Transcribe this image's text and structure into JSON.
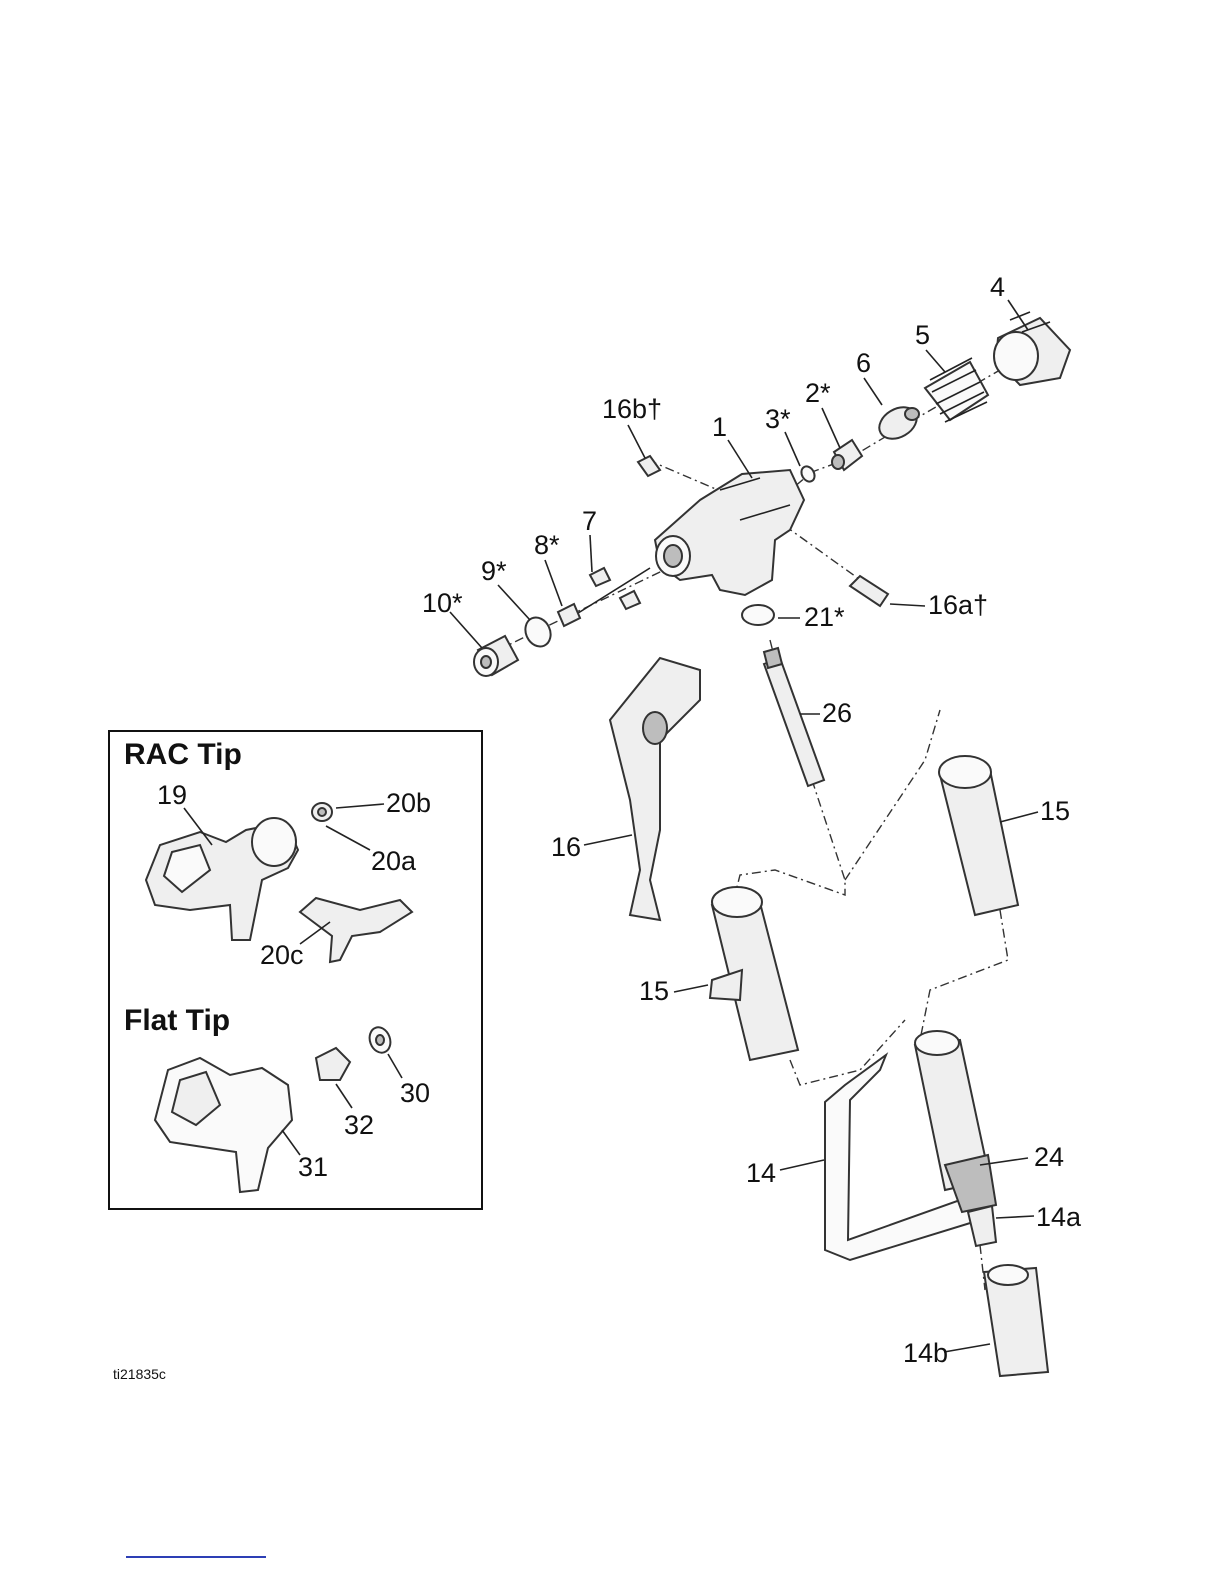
{
  "callouts": {
    "c4": "4",
    "c5": "5",
    "c6": "6",
    "c2": "2*",
    "c3": "3*",
    "c16b": "16b†",
    "c1": "1",
    "c7": "7",
    "c8": "8*",
    "c9": "9*",
    "c10": "10*",
    "c16a": "16a†",
    "c21": "21*",
    "c26": "26",
    "c16": "16",
    "c15a": "15",
    "c15b": "15",
    "c14": "14",
    "c24": "24",
    "c14a": "14a",
    "c14b": "14b"
  },
  "inset": {
    "rac_title": "RAC Tip",
    "flat_title": "Flat Tip",
    "callouts": {
      "c19": "19",
      "c20b": "20b",
      "c20a": "20a",
      "c20c": "20c",
      "c30": "30",
      "c32": "32",
      "c31": "31"
    }
  },
  "figure_id": "ti21835c",
  "colors": {
    "footer_rule": "#2d3fb5"
  }
}
